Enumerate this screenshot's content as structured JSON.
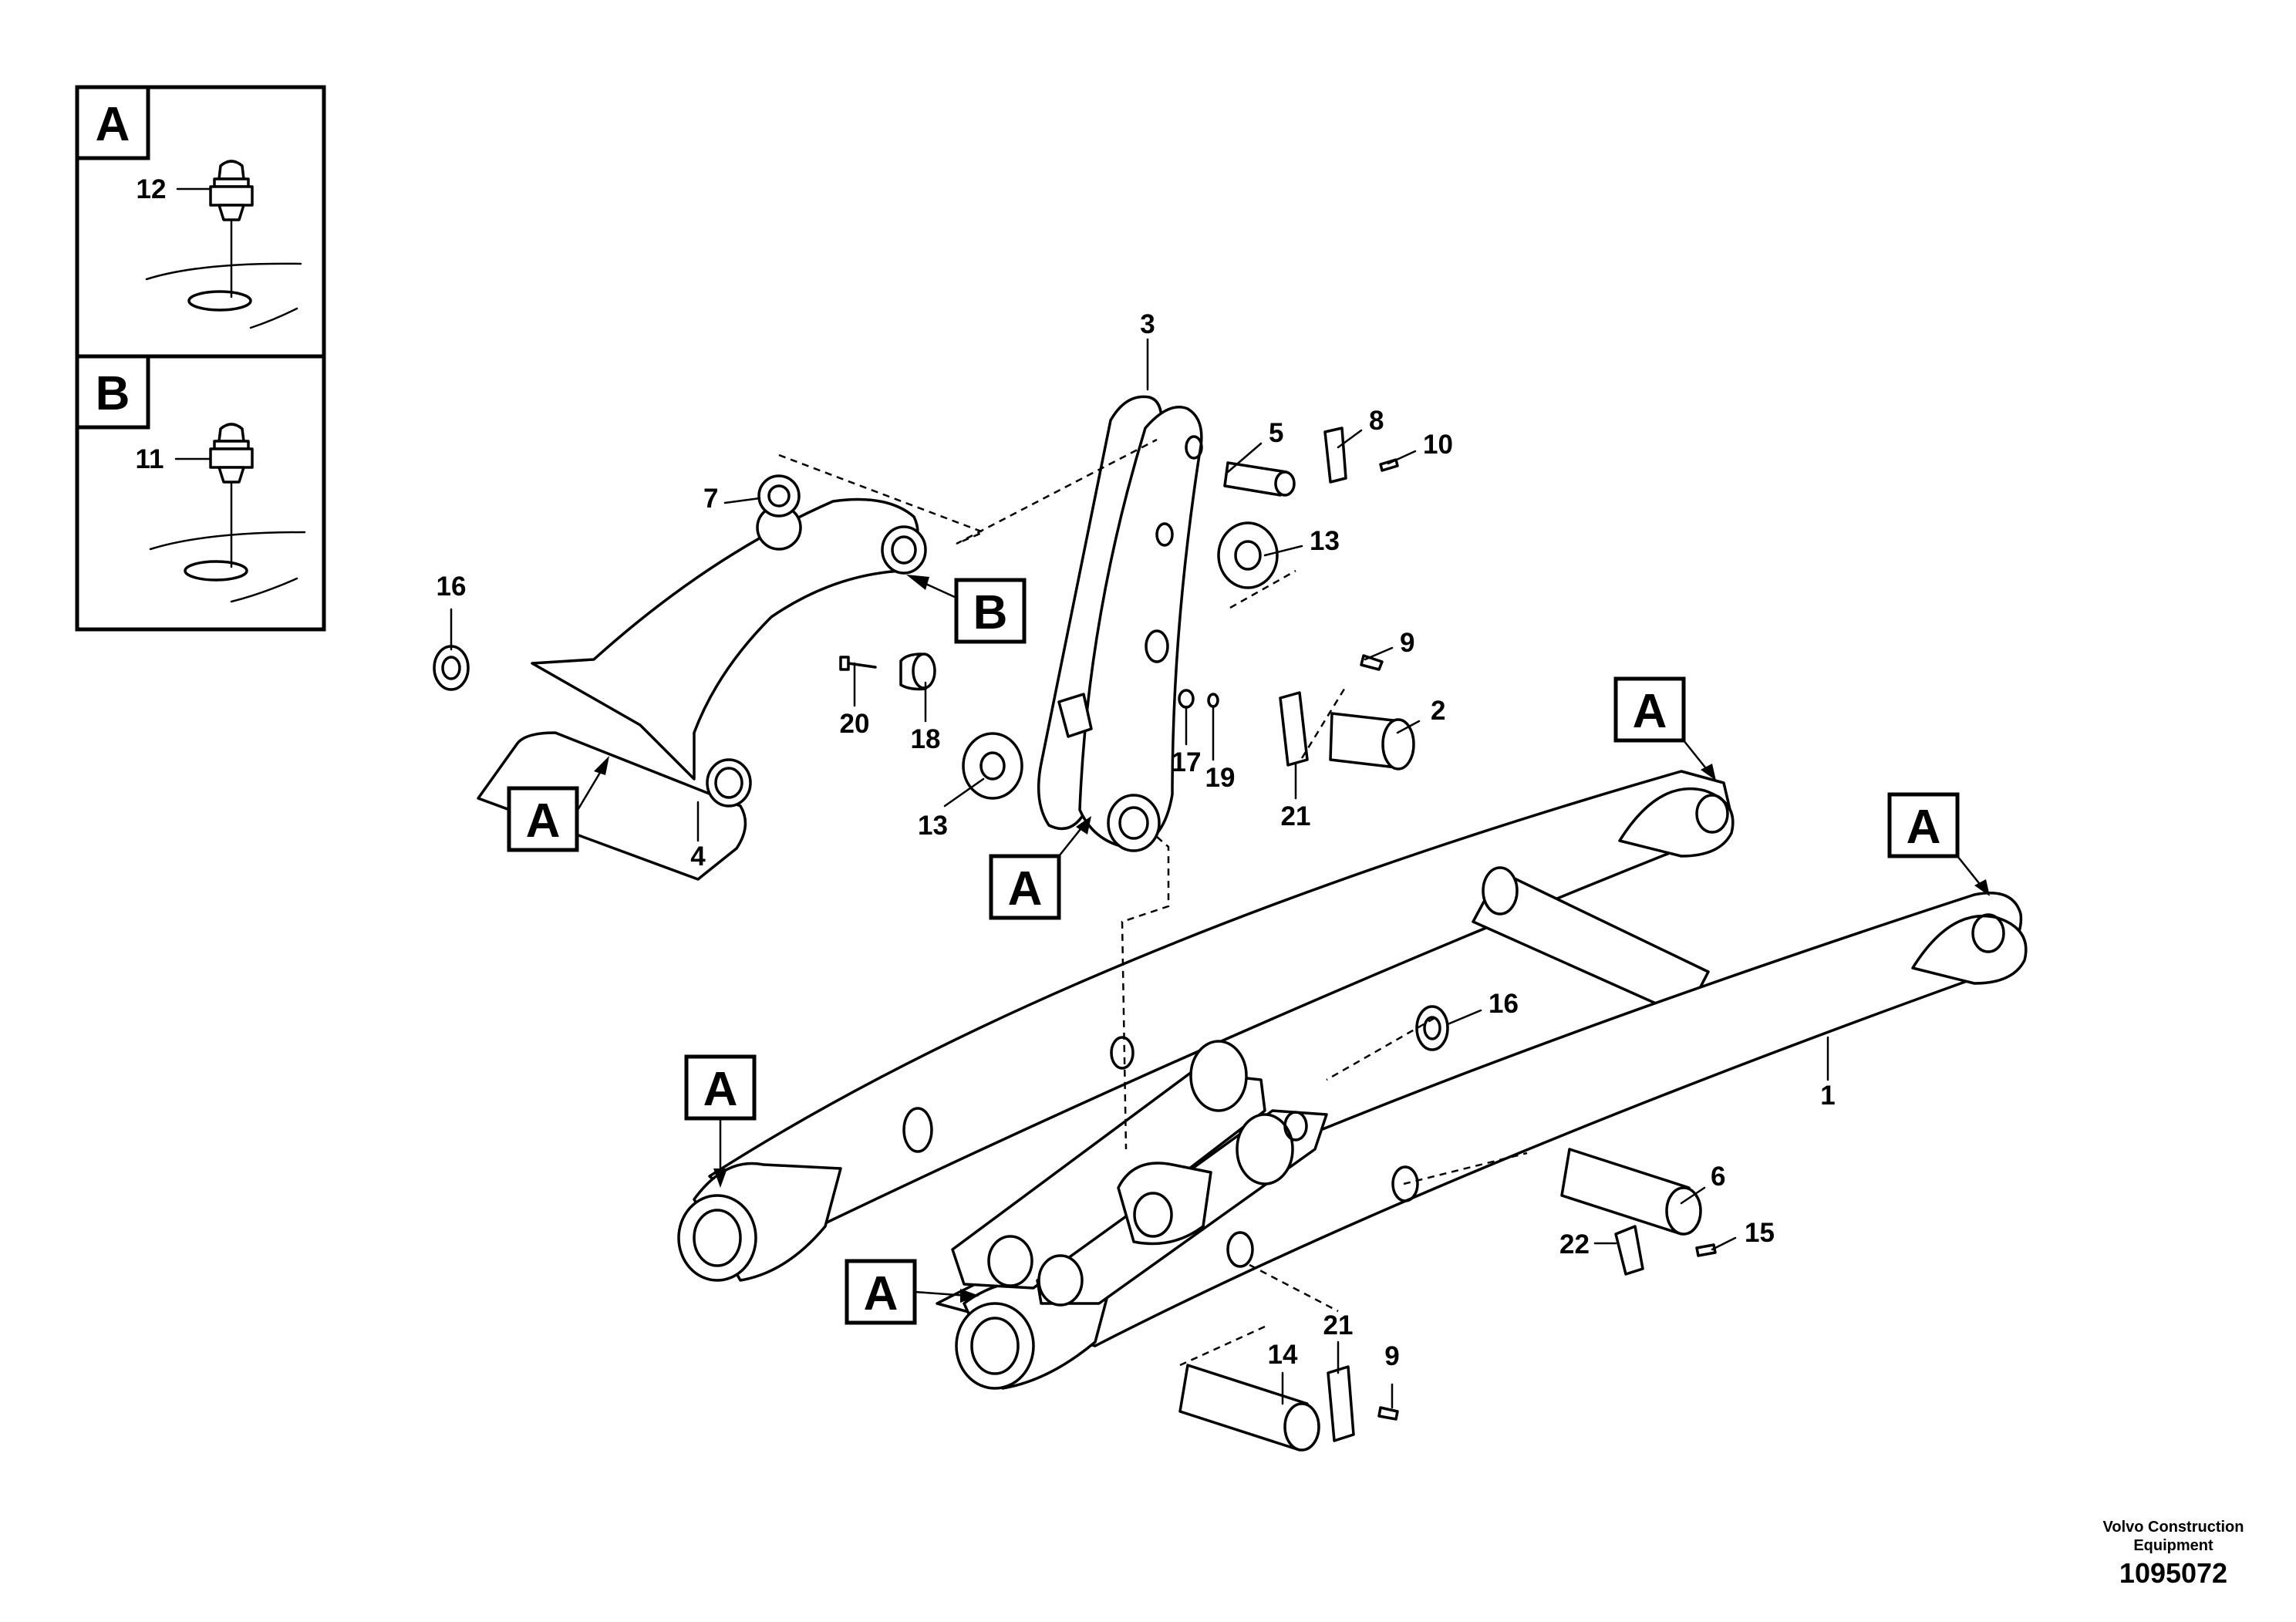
{
  "detail_panels": [
    {
      "letter": "A",
      "part_number": "12"
    },
    {
      "letter": "B",
      "part_number": "11"
    }
  ],
  "callouts": {
    "c1": "1",
    "c2": "2",
    "c3": "3",
    "c4": "4",
    "c5": "5",
    "c6": "6",
    "c7": "7",
    "c8": "8",
    "c9a": "9",
    "c9b": "9",
    "c10": "10",
    "c13a": "13",
    "c13b": "13",
    "c14": "14",
    "c15": "15",
    "c16a": "16",
    "c16b": "16",
    "c17": "17",
    "c18": "18",
    "c19": "19",
    "c20": "20",
    "c21a": "21",
    "c21b": "21",
    "c22": "22"
  },
  "ref_tags": {
    "a1": "A",
    "a2": "A",
    "a3": "A",
    "a4": "A",
    "a5": "A",
    "a6": "A",
    "b1": "B"
  },
  "footer": {
    "company_line1": "Volvo Construction",
    "company_line2": "Equipment",
    "figure_number": "1095072"
  }
}
